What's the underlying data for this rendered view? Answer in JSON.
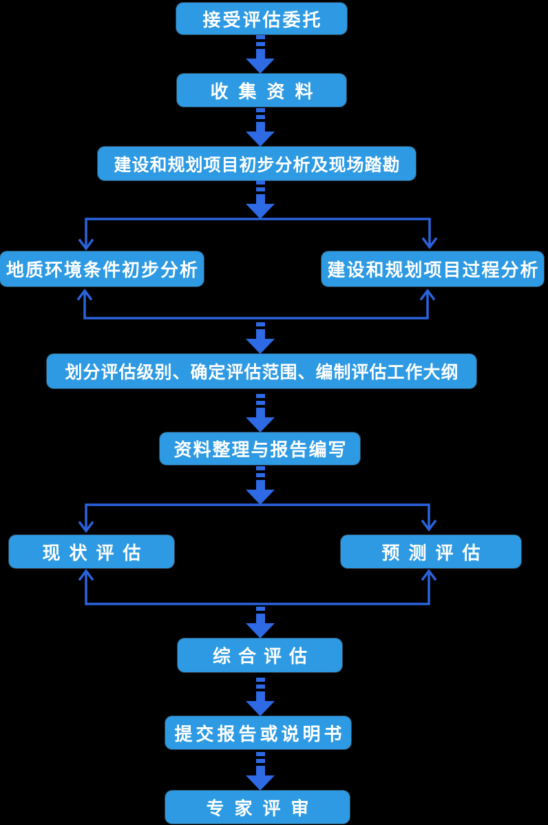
{
  "diagram": {
    "colors": {
      "bg": "#000000",
      "node": "#2D9AE3",
      "text": "#FFFFFF",
      "arrow": "#2D6AE4",
      "line": "#2B63DE"
    },
    "nodes": [
      {
        "id": "accept-commission",
        "label": "接受评估委托"
      },
      {
        "id": "collect-data",
        "label": "收集资料"
      },
      {
        "id": "preliminary-analysis-survey",
        "label": "建设和规划项目初步分析及现场踏勘"
      },
      {
        "id": "geo-env-analysis",
        "label": "地质环境条件初步分析"
      },
      {
        "id": "project-process-analysis",
        "label": "建设和规划项目过程分析"
      },
      {
        "id": "grade-scope-outline",
        "label": "划分评估级别、确定评估范围、编制评估工作大纲"
      },
      {
        "id": "data-report-writing",
        "label": "资料整理与报告编写"
      },
      {
        "id": "current-assessment",
        "label": "现状评估"
      },
      {
        "id": "predictive-assessment",
        "label": "预测评估"
      },
      {
        "id": "comprehensive-assessment",
        "label": "综合评估"
      },
      {
        "id": "submit-report",
        "label": "提交报告或说明书"
      },
      {
        "id": "expert-review",
        "label": "专家评审"
      }
    ],
    "edges": [
      [
        "accept-commission",
        "collect-data"
      ],
      [
        "collect-data",
        "preliminary-analysis-survey"
      ],
      [
        "preliminary-analysis-survey",
        "geo-env-analysis"
      ],
      [
        "preliminary-analysis-survey",
        "project-process-analysis"
      ],
      [
        "geo-env-analysis",
        "grade-scope-outline"
      ],
      [
        "project-process-analysis",
        "grade-scope-outline"
      ],
      [
        "grade-scope-outline",
        "data-report-writing"
      ],
      [
        "data-report-writing",
        "current-assessment"
      ],
      [
        "data-report-writing",
        "predictive-assessment"
      ],
      [
        "current-assessment",
        "comprehensive-assessment"
      ],
      [
        "predictive-assessment",
        "comprehensive-assessment"
      ],
      [
        "comprehensive-assessment",
        "submit-report"
      ],
      [
        "submit-report",
        "expert-review"
      ]
    ]
  }
}
